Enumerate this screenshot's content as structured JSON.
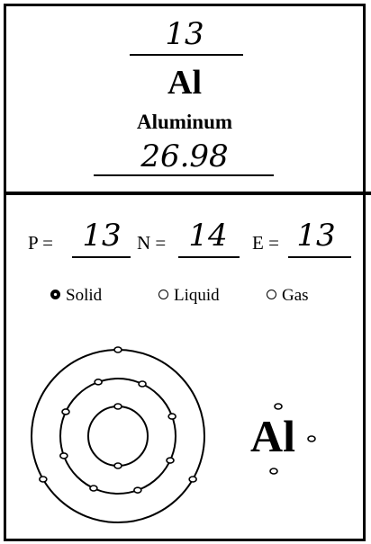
{
  "element": {
    "atomic_number": "13",
    "symbol": "Al",
    "name": "Aluminum",
    "atomic_mass": "26.98"
  },
  "counts": {
    "protons_label": "P =",
    "protons_value": "13",
    "neutrons_label": "N =",
    "neutrons_value": "14",
    "electrons_label": "E =",
    "electrons_value": "13"
  },
  "state_options": [
    {
      "label": "Solid",
      "selected": true
    },
    {
      "label": "Liquid",
      "selected": false
    },
    {
      "label": "Gas",
      "selected": false
    }
  ],
  "bohr_model": {
    "shells": [
      2,
      8,
      3
    ]
  },
  "lewis_dot": {
    "symbol": "Al",
    "valence_electrons": 3
  }
}
